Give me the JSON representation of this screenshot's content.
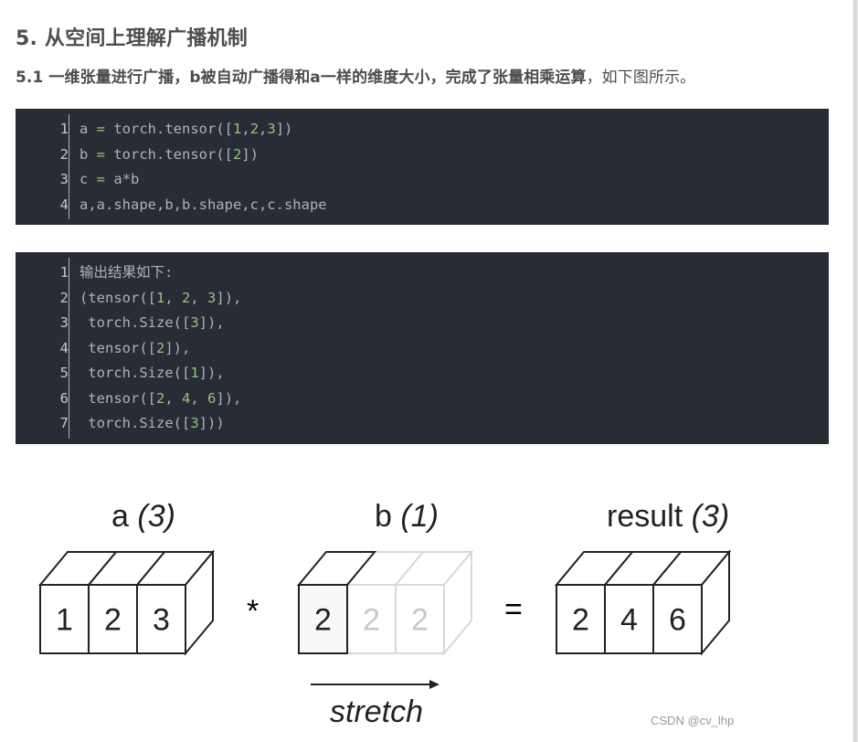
{
  "heading": "5. 从空间上理解广播机制",
  "subheading": {
    "bold": "5.1 一维张量进行广播，b被自动广播得和a一样的维度大小，完成了张量相乘运算",
    "normal": "，如下图所示。"
  },
  "code_block_1": {
    "lines": [
      {
        "n": "1",
        "segments": [
          {
            "t": "a ",
            "c": "plain"
          },
          {
            "t": "=",
            "c": "op"
          },
          {
            "t": " torch.tensor([",
            "c": "plain"
          },
          {
            "t": "1",
            "c": "num"
          },
          {
            "t": ",",
            "c": "plain"
          },
          {
            "t": "2",
            "c": "num"
          },
          {
            "t": ",",
            "c": "plain"
          },
          {
            "t": "3",
            "c": "num"
          },
          {
            "t": "])",
            "c": "plain"
          }
        ]
      },
      {
        "n": "2",
        "segments": [
          {
            "t": "b ",
            "c": "plain"
          },
          {
            "t": "=",
            "c": "op"
          },
          {
            "t": " torch.tensor([",
            "c": "plain"
          },
          {
            "t": "2",
            "c": "num"
          },
          {
            "t": "])",
            "c": "plain"
          }
        ]
      },
      {
        "n": "3",
        "segments": [
          {
            "t": "c ",
            "c": "plain"
          },
          {
            "t": "=",
            "c": "op"
          },
          {
            "t": " a*b",
            "c": "plain"
          }
        ]
      },
      {
        "n": "4",
        "segments": [
          {
            "t": "a,a.shape,b,b.shape,c,c.shape",
            "c": "plain"
          }
        ]
      }
    ]
  },
  "code_block_2": {
    "lines": [
      {
        "n": "1",
        "segments": [
          {
            "t": "输出结果如下:",
            "c": "plain"
          }
        ]
      },
      {
        "n": "2",
        "segments": [
          {
            "t": "(tensor([",
            "c": "plain"
          },
          {
            "t": "1",
            "c": "num"
          },
          {
            "t": ", ",
            "c": "plain"
          },
          {
            "t": "2",
            "c": "num"
          },
          {
            "t": ", ",
            "c": "plain"
          },
          {
            "t": "3",
            "c": "num"
          },
          {
            "t": "]),",
            "c": "plain"
          }
        ]
      },
      {
        "n": "3",
        "segments": [
          {
            "t": " torch.Size([",
            "c": "plain"
          },
          {
            "t": "3",
            "c": "num"
          },
          {
            "t": "]),",
            "c": "plain"
          }
        ]
      },
      {
        "n": "4",
        "segments": [
          {
            "t": " tensor([",
            "c": "plain"
          },
          {
            "t": "2",
            "c": "num"
          },
          {
            "t": "]),",
            "c": "plain"
          }
        ]
      },
      {
        "n": "5",
        "segments": [
          {
            "t": " torch.Size([",
            "c": "plain"
          },
          {
            "t": "1",
            "c": "num"
          },
          {
            "t": "]),",
            "c": "plain"
          }
        ]
      },
      {
        "n": "6",
        "segments": [
          {
            "t": " tensor([",
            "c": "plain"
          },
          {
            "t": "2",
            "c": "num"
          },
          {
            "t": ", ",
            "c": "plain"
          },
          {
            "t": "4",
            "c": "num"
          },
          {
            "t": ", ",
            "c": "plain"
          },
          {
            "t": "6",
            "c": "num"
          },
          {
            "t": "]),",
            "c": "plain"
          }
        ]
      },
      {
        "n": "7",
        "segments": [
          {
            "t": " torch.Size([",
            "c": "plain"
          },
          {
            "t": "3",
            "c": "num"
          },
          {
            "t": "]))",
            "c": "plain"
          }
        ]
      }
    ]
  },
  "figure": {
    "label_a": "a",
    "label_a_shape": "(3)",
    "label_b": "b",
    "label_b_shape": "(1)",
    "label_result": "result",
    "label_result_shape": "(3)",
    "a_values": [
      "1",
      "2",
      "3"
    ],
    "b_values": [
      "2",
      "2",
      "2"
    ],
    "result_values": [
      "2",
      "4",
      "6"
    ],
    "multiply_symbol": "*",
    "equals_symbol": "=",
    "stretch_label": "stretch",
    "watermark": "CSDN @cv_lhp"
  },
  "colors": {
    "code_bg": "#282c34",
    "code_text": "#abb2bf",
    "code_number": "#98c379",
    "heading_text": "#4d4d4d",
    "ghost_cube": "#cccccc"
  }
}
